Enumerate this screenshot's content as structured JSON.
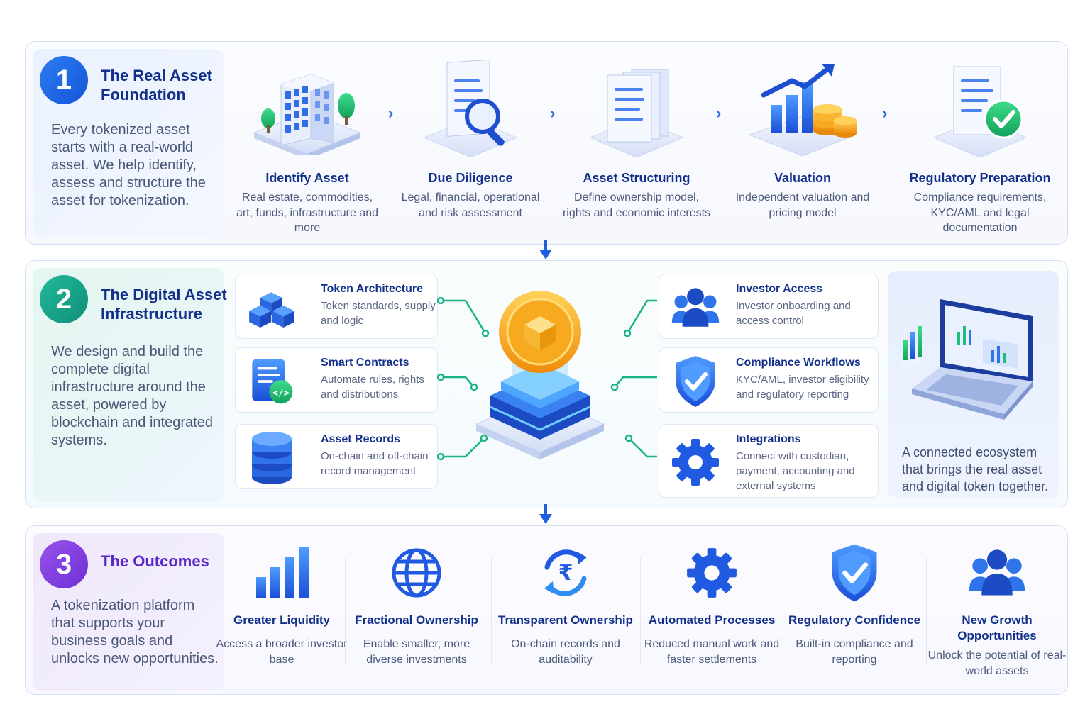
{
  "section1": {
    "number": "1",
    "title": "The Real Asset Foundation",
    "description": "Every tokenized asset starts with a real-world asset. We help identify, assess and structure the asset for tokenization.",
    "steps": [
      {
        "title": "Identify Asset",
        "description": "Real estate, commodities, art, funds, infrastructure and more",
        "icon": "building-icon"
      },
      {
        "title": "Due Diligence",
        "description": "Legal, financial, operational and risk assessment",
        "icon": "document-search-icon"
      },
      {
        "title": "Asset Structuring",
        "description": "Define ownership model, rights and economic interests",
        "icon": "documents-stack-icon"
      },
      {
        "title": "Valuation",
        "description": "Independent valuation and pricing model",
        "icon": "growth-coins-icon"
      },
      {
        "title": "Regulatory Preparation",
        "description": "Compliance requirements, KYC/AML and legal documentation",
        "icon": "document-check-icon"
      }
    ]
  },
  "section2": {
    "number": "2",
    "title": "The Digital Asset Infrastructure",
    "description": "We design and build the complete digital infrastructure around the asset, powered by blockchain and integrated systems.",
    "left_cards": [
      {
        "title": "Token Architecture",
        "description": "Token standards, supply and logic",
        "icon": "cubes-icon"
      },
      {
        "title": "Smart Contracts",
        "description": "Automate rules, rights and distributions",
        "icon": "code-document-icon"
      },
      {
        "title": "Asset Records",
        "description": "On-chain and off-chain record management",
        "icon": "database-icon"
      }
    ],
    "right_cards": [
      {
        "title": "Investor Access",
        "description": "Investor onboarding and access control",
        "icon": "users-icon"
      },
      {
        "title": "Compliance Workflows",
        "description": "KYC/AML, investor eligibility and regulatory reporting",
        "icon": "shield-check-icon"
      },
      {
        "title": "Integrations",
        "description": "Connect with custodian, payment, accounting and external systems",
        "icon": "gear-icon"
      }
    ],
    "ecosystem_text": "A connected ecosystem that brings the real asset and digital token together."
  },
  "section3": {
    "number": "3",
    "title": "The Outcomes",
    "description": "A tokenization platform that supports your business goals and unlocks new opportunities.",
    "outcomes": [
      {
        "title": "Greater Liquidity",
        "description": "Access a broader investor base",
        "icon": "bar-chart-icon"
      },
      {
        "title": "Fractional Ownership",
        "description": "Enable smaller, more diverse investments",
        "icon": "globe-icon"
      },
      {
        "title": "Transparent Ownership",
        "description": "On-chain records and auditability",
        "icon": "rupee-cycle-icon"
      },
      {
        "title": "Automated Processes",
        "description": "Reduced manual work and faster settlements",
        "icon": "gear-icon"
      },
      {
        "title": "Regulatory Confidence",
        "description": "Built-in compliance and reporting",
        "icon": "shield-check-icon"
      },
      {
        "title": "New Growth Opportunities",
        "description": "Unlock the potential of real-world assets",
        "icon": "users-icon"
      }
    ]
  }
}
